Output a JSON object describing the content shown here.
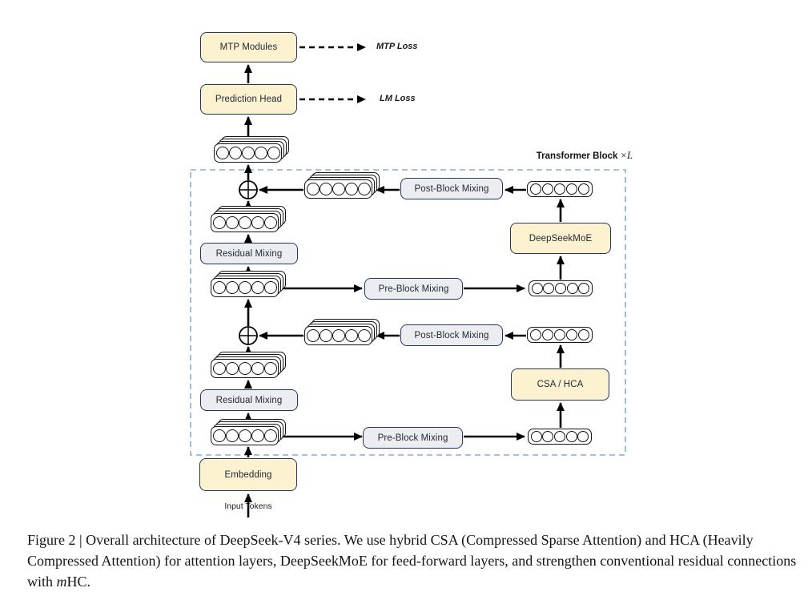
{
  "diagram": {
    "nodes": {
      "mtp_modules": "MTP Modules",
      "prediction_head": "Prediction Head",
      "embedding": "Embedding",
      "deepseek_moe": "DeepSeekMoE",
      "csa_hca": "CSA / HCA",
      "post_block_mixing_1": "Post-Block Mixing",
      "post_block_mixing_2": "Post-Block Mixing",
      "pre_block_mixing_1": "Pre-Block Mixing",
      "pre_block_mixing_2": "Pre-Block Mixing",
      "residual_mixing_1": "Residual Mixing",
      "residual_mixing_2": "Residual Mixing"
    },
    "labels": {
      "mtp_loss": "MTP Loss",
      "lm_loss": "LM Loss",
      "input_tokens": "Input Tokens",
      "transformer_block": "Transformer Block",
      "block_multiplier": "×L"
    },
    "token_circles_per_row": 5,
    "colors": {
      "node_yellow_fill": "#FCF2CF",
      "node_gray_fill": "#ECEDF1",
      "node_border": "#24365F",
      "dashed_block_border": "#85ADD6",
      "arrow": "#000000",
      "token_outline": "#141414"
    }
  },
  "caption": {
    "text": "Figure 2 | Overall architecture of DeepSeek-V4 series. We use hybrid CSA (Compressed Sparse Attention) and HCA (Heavily Compressed Attention) for attention layers, DeepSeekMoE for feed-forward layers, and strengthen conventional residual connections with ",
    "emphasis": "m",
    "suffix": "HC."
  }
}
